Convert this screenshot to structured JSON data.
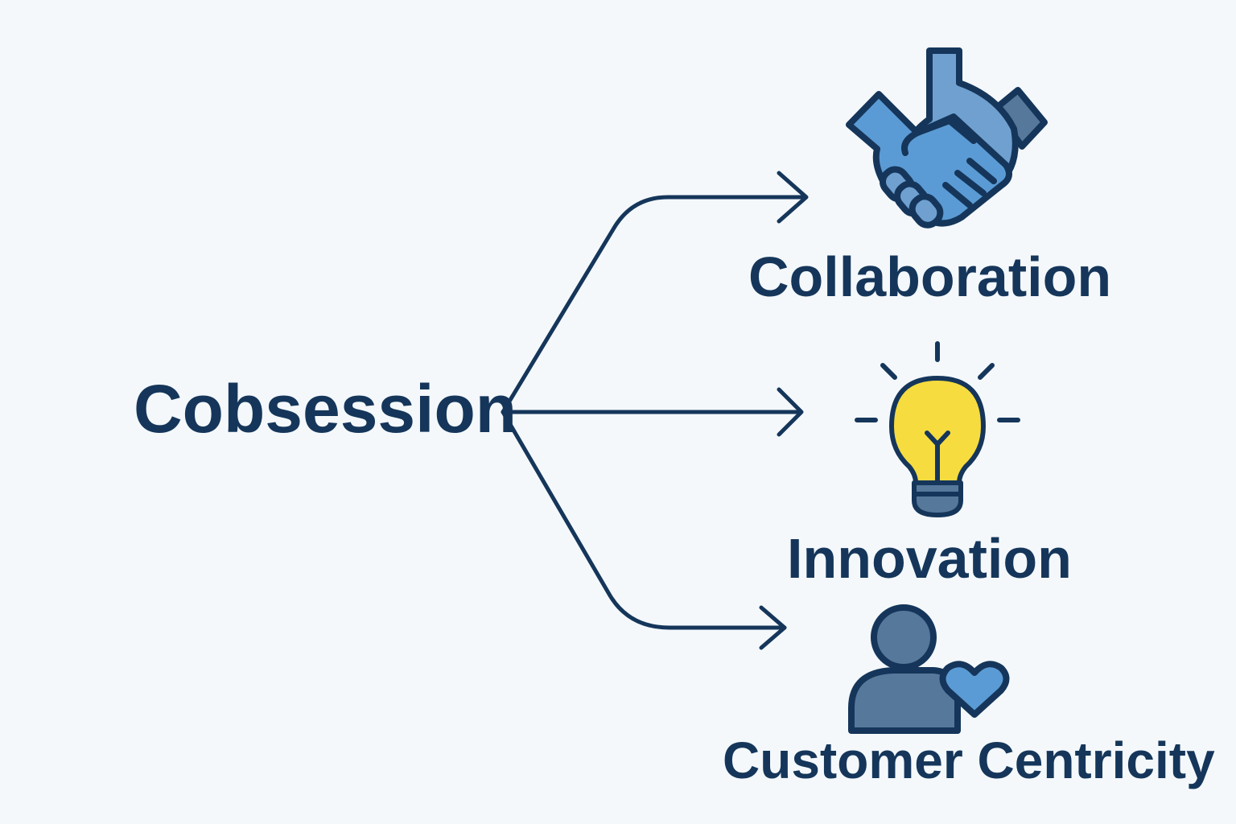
{
  "root": {
    "label": "Cobsession"
  },
  "branches": [
    {
      "label": "Collaboration",
      "icon": "handshake-icon"
    },
    {
      "label": "Innovation",
      "icon": "lightbulb-icon"
    },
    {
      "label": "Customer Centricity",
      "icon": "customer-heart-icon"
    }
  ],
  "colors": {
    "background": "#f4f8fb",
    "ink": "#15365a",
    "blue": "#5b9bd5",
    "slate": "#56789a",
    "yellow": "#f6dc3f"
  }
}
